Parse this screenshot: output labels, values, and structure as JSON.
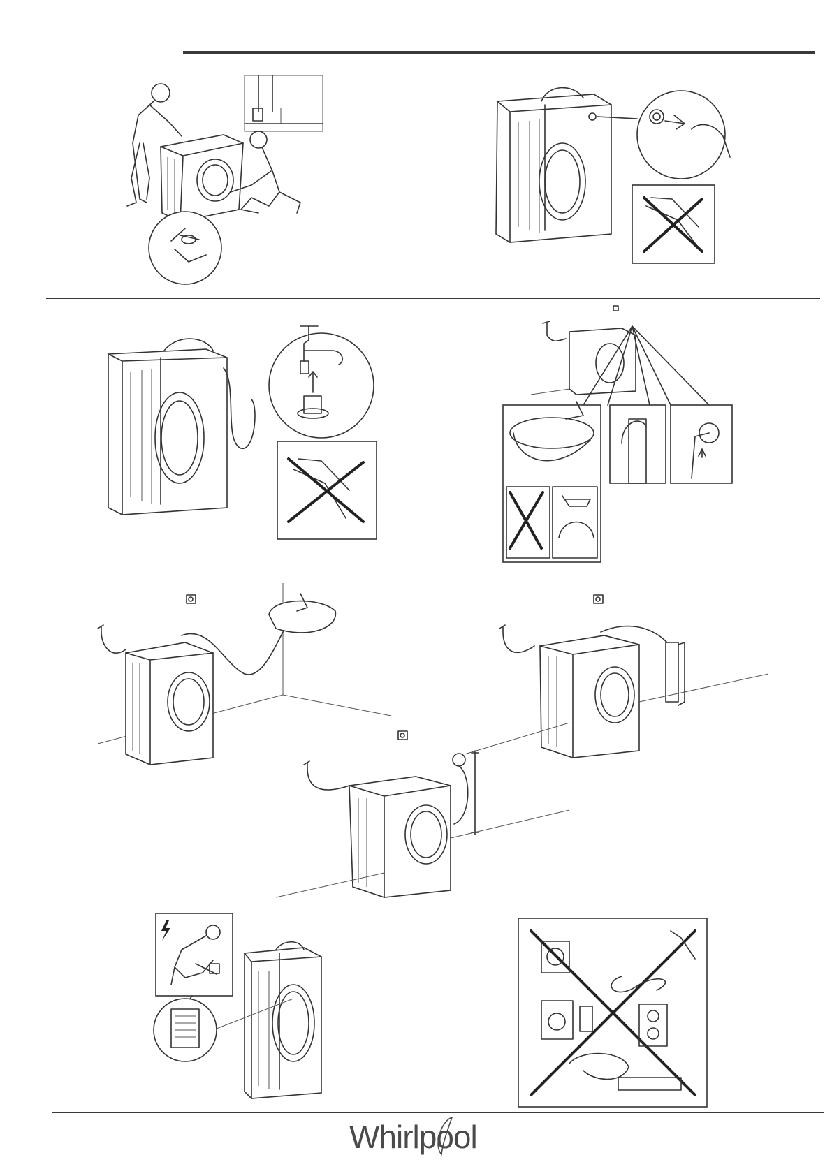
{
  "page": {
    "brand_logo": "Whirlpool"
  },
  "figures": [
    {
      "id": "fig-1",
      "icon": "two-people-leveling-washer-icon"
    },
    {
      "id": "fig-2",
      "icon": "remove-transport-bolts-icon"
    },
    {
      "id": "fig-3",
      "icon": "connect-water-inlet-hose-icon"
    },
    {
      "id": "fig-4",
      "icon": "drain-hose-options-icon"
    },
    {
      "id": "fig-5",
      "icon": "drain-into-sink-icon"
    },
    {
      "id": "fig-6",
      "icon": "drain-into-standpipe-icon"
    },
    {
      "id": "fig-7",
      "icon": "drain-into-wall-outlet-icon"
    },
    {
      "id": "fig-8",
      "icon": "electrical-connection-icon"
    },
    {
      "id": "fig-9",
      "icon": "no-adapters-extension-cords-icon"
    }
  ],
  "colors": {
    "line": "#333333",
    "rule": "#3a3a3a",
    "brand": "#4a4a4a"
  }
}
